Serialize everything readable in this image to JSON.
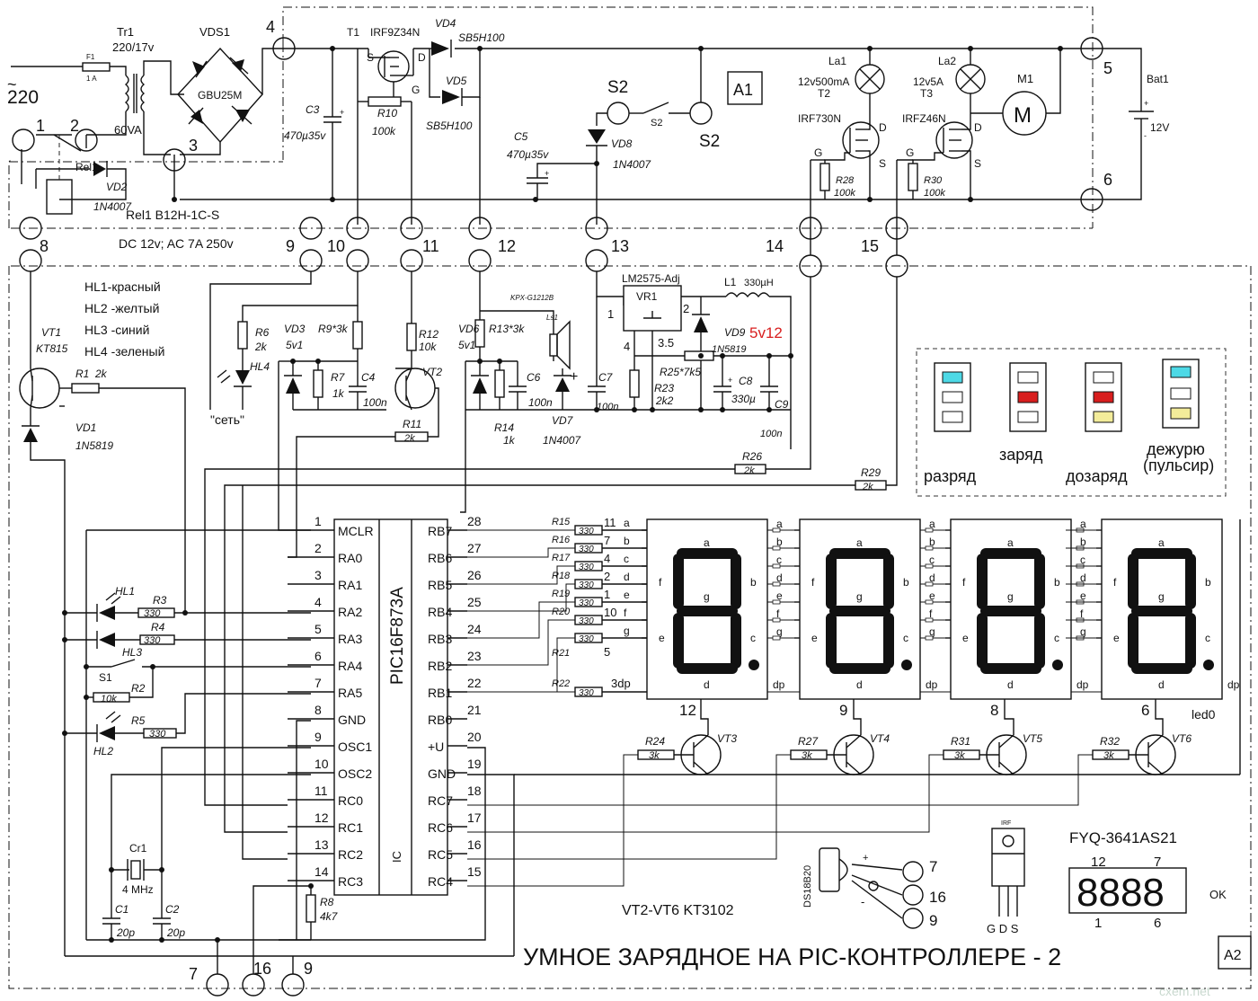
{
  "title": "УМНОЕ ЗАРЯДНОЕ  НА PIC-КОНТРОЛЛЕРЕ - 2",
  "watermark": "cxem.net",
  "board_labels": {
    "a1": "A1",
    "a2": "A2"
  },
  "mains": {
    "voltage": "220",
    "fuse": "F1",
    "fuse_rating": "1 A"
  },
  "transformer": {
    "ref": "Tr1",
    "ratio": "220/17v",
    "power": "60VA"
  },
  "bridge": {
    "ref": "VDS1",
    "part": "GBU25M"
  },
  "relay": {
    "ref": "Rel1",
    "part": "Rel1 B12H-1C-S",
    "rating": "DC 12v; AC 7A 250v"
  },
  "top": {
    "c3": "C3",
    "c3_val": "470µ35v",
    "t1": "T1",
    "t1_part": "IRF9Z34N",
    "t1_s": "S",
    "t1_d": "D",
    "t1_g": "G",
    "r10": "R10",
    "r10_val": "100k",
    "vd4": "VD4",
    "vd4_part": "SB5H100",
    "vd5": "VD5",
    "vd5_part": "SB5H100",
    "s2_label": "S2",
    "s2_sw": "S2",
    "s2_right": "S2",
    "c5": "C5",
    "c5_val": "470µ35v",
    "vd8": "VD8",
    "vd8_part": "1N4007",
    "vd2": "VD2",
    "vd2_part": "1N4007",
    "la1": "La1",
    "la1_val": "12v500mA",
    "la2": "La2",
    "la2_val": "12v5A",
    "t2": "T2",
    "t2_part": "IRF730N",
    "t3": "T3",
    "t3_part": "IRFZ46N",
    "g": "G",
    "d": "D",
    "s": "S",
    "r28": "R28",
    "r28_val": "100k",
    "r30": "R30",
    "r30_val": "100k",
    "m1": "M1",
    "motor": "M",
    "bat": "Bat1",
    "bat_val": "12V"
  },
  "connectors": [
    "1",
    "2",
    "3",
    "4",
    "5",
    "6",
    "7",
    "8",
    "9",
    "10",
    "11",
    "12",
    "13",
    "14",
    "15",
    "16"
  ],
  "legend": {
    "hl1": "HL1-красный",
    "hl2": "HL2 -желтый",
    "hl3": "HL3 -синий",
    "hl4": "HL4 -зеленый",
    "modes": [
      "разряд",
      "заряд",
      "дозаряд",
      "дежурю",
      "(пульсир)"
    ],
    "colors": {
      "cyan": "#4dd9e6",
      "red": "#d81e1e",
      "yellow": "#f3ec9a"
    }
  },
  "middle": {
    "vt1": "VT1",
    "vt1_part": "KT815",
    "r1": "R1",
    "r1_val": "2k",
    "vd1": "VD1",
    "vd1_part": "1N5819",
    "r6": "R6",
    "r6_val": "2k",
    "hl4": "HL4",
    "net": "\"сеть\"",
    "vd3": "VD3",
    "vd3_val": "5v1",
    "r9": "R9*3k",
    "r7": "R7",
    "r7_val": "1k",
    "c4": "C4",
    "c4_val": "100n",
    "vt2": "VT2",
    "r12": "R12",
    "r12_val": "10k",
    "r11": "R11",
    "r11_val": "2k",
    "vd6": "VD6",
    "vd6_val": "5v1",
    "r13": "R13*3k",
    "r14": "R14",
    "r14_val": "1k",
    "c6": "C6",
    "c6_val": "100n",
    "ls1": "Ls1",
    "buzzer": "KPX-G1212B",
    "vd7": "VD7",
    "vd7_part": "1N4007",
    "c7": "C7",
    "c7_val": "100n",
    "vr": "VR1",
    "vr_part": "LM2575-Adj",
    "l1": "L1",
    "l1_val": "330µH",
    "vd9": "VD9",
    "vd9_part": "1N5819",
    "vout": "5v12",
    "r23": "R23",
    "r23_val": "2k2",
    "r25": "R25*7k5",
    "c8": "C8",
    "c8_val": "330µ",
    "c9": "C9",
    "c9_val": "100n",
    "p1": "1",
    "p2": "2",
    "p4": "4",
    "p35": "3.5",
    "r26": "R26",
    "r26_val": "2k",
    "r29": "R29",
    "r29_val": "2k"
  },
  "mcu": {
    "part": "PIC16F873A",
    "ic": "IC",
    "left_pins": [
      {
        "n": "1",
        "name": "MCLR"
      },
      {
        "n": "2",
        "name": "RA0"
      },
      {
        "n": "3",
        "name": "RA1"
      },
      {
        "n": "4",
        "name": "RA2"
      },
      {
        "n": "5",
        "name": "RA3"
      },
      {
        "n": "6",
        "name": "RA4"
      },
      {
        "n": "7",
        "name": "RA5"
      },
      {
        "n": "8",
        "name": "GND"
      },
      {
        "n": "9",
        "name": "OSC1"
      },
      {
        "n": "10",
        "name": "OSC2"
      },
      {
        "n": "11",
        "name": "RC0"
      },
      {
        "n": "12",
        "name": "RC1"
      },
      {
        "n": "13",
        "name": "RC2"
      },
      {
        "n": "14",
        "name": "RC3"
      }
    ],
    "right_pins": [
      {
        "n": "28",
        "name": "RB7"
      },
      {
        "n": "27",
        "name": "RB6"
      },
      {
        "n": "26",
        "name": "RB5"
      },
      {
        "n": "25",
        "name": "RB4"
      },
      {
        "n": "24",
        "name": "RB3"
      },
      {
        "n": "23",
        "name": "RB2"
      },
      {
        "n": "22",
        "name": "RB1"
      },
      {
        "n": "21",
        "name": "RB0"
      },
      {
        "n": "20",
        "name": "+U"
      },
      {
        "n": "19",
        "name": "GND"
      },
      {
        "n": "18",
        "name": "RC7"
      },
      {
        "n": "17",
        "name": "RC6"
      },
      {
        "n": "16",
        "name": "RC5"
      },
      {
        "n": "15",
        "name": "RC4"
      }
    ]
  },
  "bottom_left": {
    "hl1": "HL1",
    "hl3": "HL3",
    "hl2": "HL2",
    "s1": "S1",
    "r3": "R3",
    "r4": "R4",
    "r2": "R2",
    "r5": "R5",
    "v330": "330",
    "v10k": "10k",
    "cr1": "Cr1",
    "freq": "4 MHz",
    "c1": "C1",
    "c2": "C2",
    "c_val": "20p",
    "r8": "R8",
    "r8_val": "4k7"
  },
  "segments": {
    "resistors": [
      {
        "ref": "R15",
        "seg": "a",
        "pin": "11"
      },
      {
        "ref": "R16",
        "seg": "b",
        "pin": "7"
      },
      {
        "ref": "R17",
        "seg": "c",
        "pin": "4"
      },
      {
        "ref": "R18",
        "seg": "d",
        "pin": "2"
      },
      {
        "ref": "R19",
        "seg": "e",
        "pin": "1"
      },
      {
        "ref": "R20",
        "seg": "f",
        "pin": "10"
      },
      {
        "ref": "R21",
        "seg": "g",
        "pin": "5"
      },
      {
        "ref": "R22",
        "seg": "dp",
        "pin": "3"
      }
    ],
    "value": "330",
    "r22_pin": "3dp",
    "letters": [
      "a",
      "b",
      "c",
      "d",
      "e",
      "f",
      "g",
      "dp"
    ],
    "digit_pins": [
      "12",
      "9",
      "8",
      "6"
    ],
    "led": "led0"
  },
  "drivers": [
    {
      "r": "R24",
      "v": "3k",
      "t": "VT3"
    },
    {
      "r": "R27",
      "v": "3k",
      "t": "VT4"
    },
    {
      "r": "R31",
      "v": "3k",
      "t": "VT5"
    },
    {
      "r": "R32",
      "v": "3k",
      "t": "VT6"
    }
  ],
  "notes": {
    "kt": "VT2-VT6 KT3102",
    "ds": "DS18B20",
    "irf": "IRF",
    "gds": "G D S",
    "fyq": "FYQ-3641AS21",
    "disp": "8888",
    "ok": "OK",
    "fyq_p12": "12",
    "fyq_p7": "7",
    "fyq_p1": "1",
    "fyq_p6": "6",
    "plus": "+",
    "minus": "-",
    "ds_pins": [
      "7",
      "16",
      "9"
    ]
  }
}
